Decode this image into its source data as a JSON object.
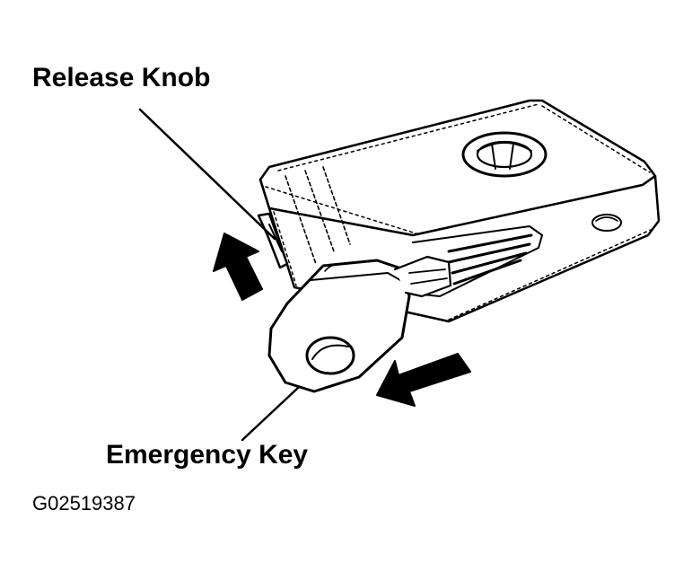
{
  "labels": {
    "release_knob": "Release Knob",
    "emergency_key": "Emergency Key",
    "figure_code": "G02519387"
  },
  "icons": {
    "arrow_up": "arrow-up-icon",
    "arrow_left": "arrow-left-icon",
    "logo": "emblem-logo"
  },
  "colors": {
    "ink": "#000000",
    "paper": "#ffffff"
  }
}
